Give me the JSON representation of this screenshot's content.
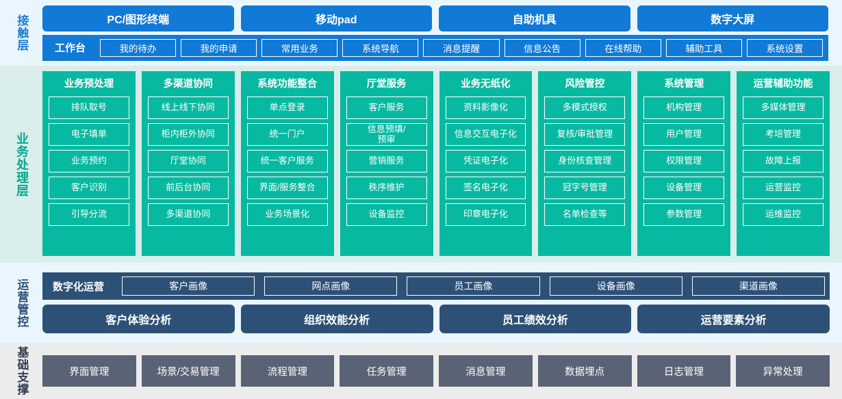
{
  "contact_layer": {
    "label": "接触层",
    "accent_color": "#1179d6",
    "channels": [
      "PC/图形终端",
      "移动pad",
      "自助机具",
      "数字大屏"
    ],
    "nav_title": "工作台",
    "nav_items": [
      "我的待办",
      "我的申请",
      "常用业务",
      "系统导航",
      "消息提醒",
      "信息公告",
      "在线帮助",
      "辅助工具",
      "系统设置"
    ]
  },
  "business_layer": {
    "label": "业务处理层",
    "accent_color": "#07b9a0",
    "columns": [
      {
        "title": "业务预处理",
        "items": [
          "排队取号",
          "电子填单",
          "业务预约",
          "客户识别",
          "引导分流"
        ]
      },
      {
        "title": "多渠道协同",
        "items": [
          "线上线下协同",
          "柜内柜外协同",
          "厅堂协同",
          "前后台协同",
          "多渠道协同"
        ]
      },
      {
        "title": "系统功能整合",
        "items": [
          "单点登录",
          "统一门户",
          "统一客户服务",
          "界面/服务整合",
          "业务场景化"
        ]
      },
      {
        "title": "厅堂服务",
        "items": [
          "客户服务",
          "信息预填/\n预审",
          "营销服务",
          "秩序维护",
          "设备监控"
        ]
      },
      {
        "title": "业务无纸化",
        "items": [
          "资料影像化",
          "信息交互电子化",
          "凭证电子化",
          "签名电子化",
          "印章电子化"
        ]
      },
      {
        "title": "风险管控",
        "items": [
          "多模式授权",
          "复核/审批管理",
          "身份核查管理",
          "冠字号管理",
          "名单检查等"
        ]
      },
      {
        "title": "系统管理",
        "items": [
          "机构管理",
          "用户管理",
          "权限管理",
          "设备管理",
          "参数管理"
        ]
      },
      {
        "title": "运营辅助功能",
        "items": [
          "多媒体管理",
          "考培管理",
          "故障上报",
          "运营监控",
          "运维监控"
        ]
      }
    ]
  },
  "operation_layer": {
    "label": "运营管控",
    "accent_color": "#2d5076",
    "digital_title": "数字化运营",
    "portraits": [
      "客户画像",
      "网点画像",
      "员工画像",
      "设备画像",
      "渠道画像"
    ],
    "analyses": [
      "客户体验分析",
      "组织效能分析",
      "员工绩效分析",
      "运营要素分析"
    ]
  },
  "foundation_layer": {
    "label": "基础支撑",
    "accent_color": "#5a6375",
    "items": [
      "界面管理",
      "场景/交易管理",
      "流程管理",
      "任务管理",
      "消息管理",
      "数据埋点",
      "日志管理",
      "异常处理"
    ]
  }
}
